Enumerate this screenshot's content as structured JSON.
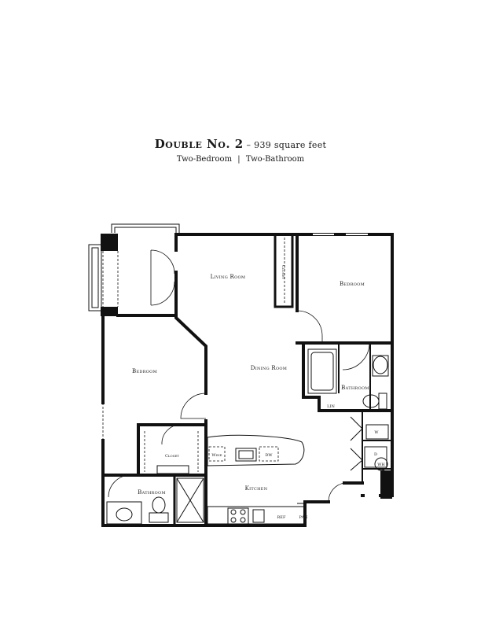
{
  "header": {
    "title": "Double No. 2",
    "area": "939 square feet",
    "dash": "–",
    "bedrooms": "Two-Bedroom",
    "separator": "|",
    "bathrooms": "Two-Bathroom"
  },
  "rooms": {
    "living_room": "Living Room",
    "bedroom_right": "Bedroom",
    "bedroom_left": "Bedroom",
    "dining_room": "Dining Room",
    "bathroom_right": "Bathroom",
    "bathroom_left": "Bathroom",
    "kitchen": "Kitchen",
    "closet_living": "Closet",
    "closet_bedroom": "Closet"
  },
  "fixtures": {
    "linen": "LIN",
    "wine": "Wine",
    "dishwasher": "DW",
    "refrigerator": "REF",
    "pantry": "PAN",
    "washer": "W",
    "dryer": "D",
    "water_heater": "WH"
  }
}
